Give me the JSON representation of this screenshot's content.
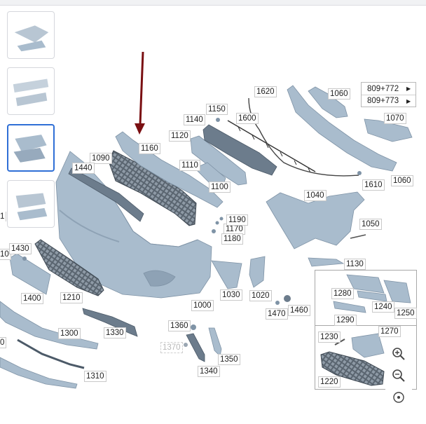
{
  "thumbnails": [
    {
      "name": "thumbnail-1",
      "selected": false
    },
    {
      "name": "thumbnail-2",
      "selected": false
    },
    {
      "name": "thumbnail-3",
      "selected": true
    },
    {
      "name": "thumbnail-4",
      "selected": false
    }
  ],
  "partial_left_labels": [
    "10",
    "0"
  ],
  "thumbnail_partial_label": "1",
  "callouts": {
    "c1000": "1000",
    "c1020": "1020",
    "c1030": "1030",
    "c1040": "1040",
    "c1050": "1050",
    "c1060a": "1060",
    "c1060b": "1060",
    "c1070": "1070",
    "c1090": "1090",
    "c1100": "1100",
    "c1110": "1110",
    "c1120": "1120",
    "c1130": "1130",
    "c1140": "1140",
    "c1150": "1150",
    "c1160": "1160",
    "c1170": "1170",
    "c1180": "1180",
    "c1190": "1190",
    "c1210": "1210",
    "c1220": "1220",
    "c1230": "1230",
    "c1240": "1240",
    "c1250": "1250",
    "c1270": "1270",
    "c1280": "1280",
    "c1290": "1290",
    "c1300": "1300",
    "c1310": "1310",
    "c1330": "1330",
    "c1340": "1340",
    "c1350": "1350",
    "c1360": "1360",
    "c1370": "1370",
    "c1400": "1400",
    "c1430": "1430",
    "c1440": "1440",
    "c1460": "1460",
    "c1470": "1470",
    "c1600": "1600",
    "c1610": "1610",
    "c1620": "1620"
  },
  "references": [
    {
      "label": "809+772",
      "icon": "triangle-right"
    },
    {
      "label": "809+773",
      "icon": "triangle-right"
    }
  ],
  "zoom": {
    "in_icon": "zoom-in",
    "out_icon": "zoom-out",
    "reset_icon": "reset-view"
  },
  "colors": {
    "accent": "#2f6fd6",
    "part": "#a9bccd",
    "arrow": "#7a0f12"
  }
}
